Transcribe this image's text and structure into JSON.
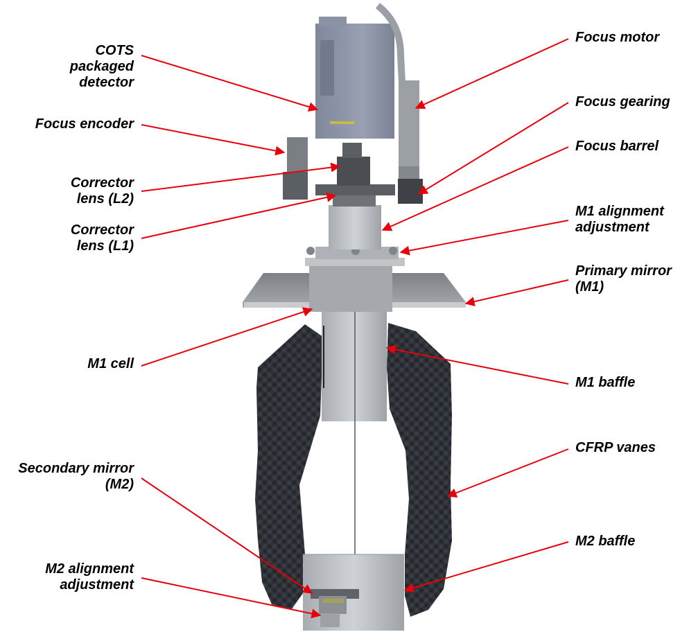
{
  "labels": {
    "cots": [
      "COTS",
      "packaged",
      "detector"
    ],
    "focus_encoder": [
      "Focus encoder"
    ],
    "corrector_l2": [
      "Corrector",
      "lens (L2)"
    ],
    "corrector_l1": [
      "Corrector",
      "lens (L1)"
    ],
    "m1_cell": [
      "M1 cell"
    ],
    "secondary_mirror": [
      "Secondary mirror",
      "(M2)"
    ],
    "m2_alignment": [
      "M2 alignment",
      "adjustment"
    ],
    "focus_motor": [
      "Focus motor"
    ],
    "focus_gearing": [
      "Focus gearing"
    ],
    "focus_barrel": [
      "Focus barrel"
    ],
    "m1_alignment": [
      "M1 alignment",
      "adjustment"
    ],
    "primary_mirror": [
      "Primary mirror",
      "(M1)"
    ],
    "m1_baffle": [
      "M1 baffle"
    ],
    "cfrp_vanes": [
      "CFRP vanes"
    ],
    "m2_baffle": [
      "M2 baffle"
    ]
  },
  "colors": {
    "arrow": "#e8000b",
    "vane": "#2e3136",
    "metal": "#b9bcc0",
    "detector": "#8d95a8"
  }
}
